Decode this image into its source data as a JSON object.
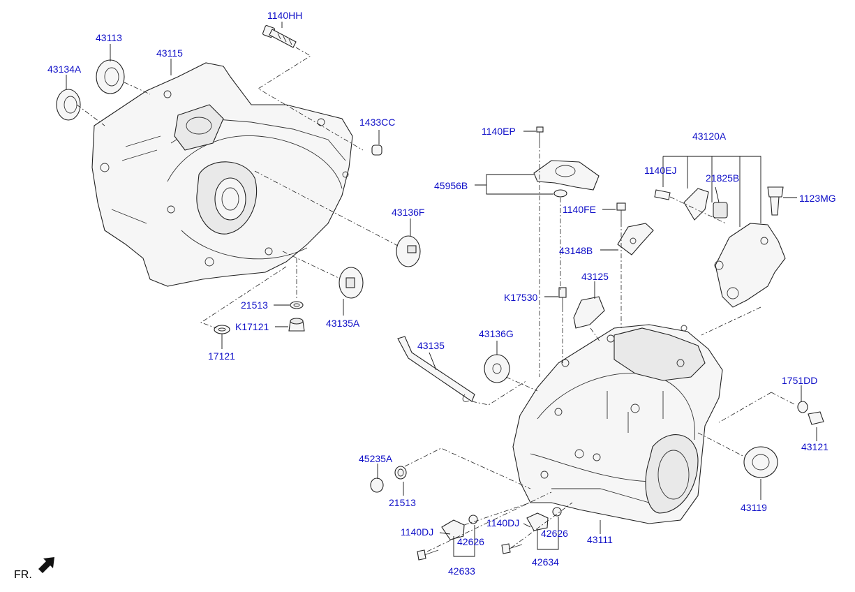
{
  "diagram": {
    "labels": {
      "p1140HH": "1140HH",
      "p43113": "43113",
      "p43115": "43115",
      "p43134A": "43134A",
      "p1433CC": "1433CC",
      "p43136F": "43136F",
      "p21513_top": "21513",
      "p43135A": "43135A",
      "pK17121": "K17121",
      "p17121": "17121",
      "p1140EP": "1140EP",
      "p45956B": "45956B",
      "p1140FE": "1140FE",
      "p43148B": "43148B",
      "p43120A": "43120A",
      "p1140EJ": "1140EJ",
      "p21825B": "21825B",
      "p1123MG": "1123MG",
      "p43125": "43125",
      "pK17530": "K17530",
      "p43136G": "43136G",
      "p43135": "43135",
      "p1751DD": "1751DD",
      "p43121": "43121",
      "p45235A": "45235A",
      "p21513_bot": "21513",
      "p43119": "43119",
      "p1140DJ_left": "1140DJ",
      "p42626_left": "42626",
      "p42633": "42633",
      "p1140DJ_right": "1140DJ",
      "p42626_right": "42626",
      "p42634": "42634",
      "p43111": "43111"
    },
    "front_indicator": "FR.",
    "colors": {
      "part_number": "#1010c8",
      "line": "#222222"
    }
  }
}
